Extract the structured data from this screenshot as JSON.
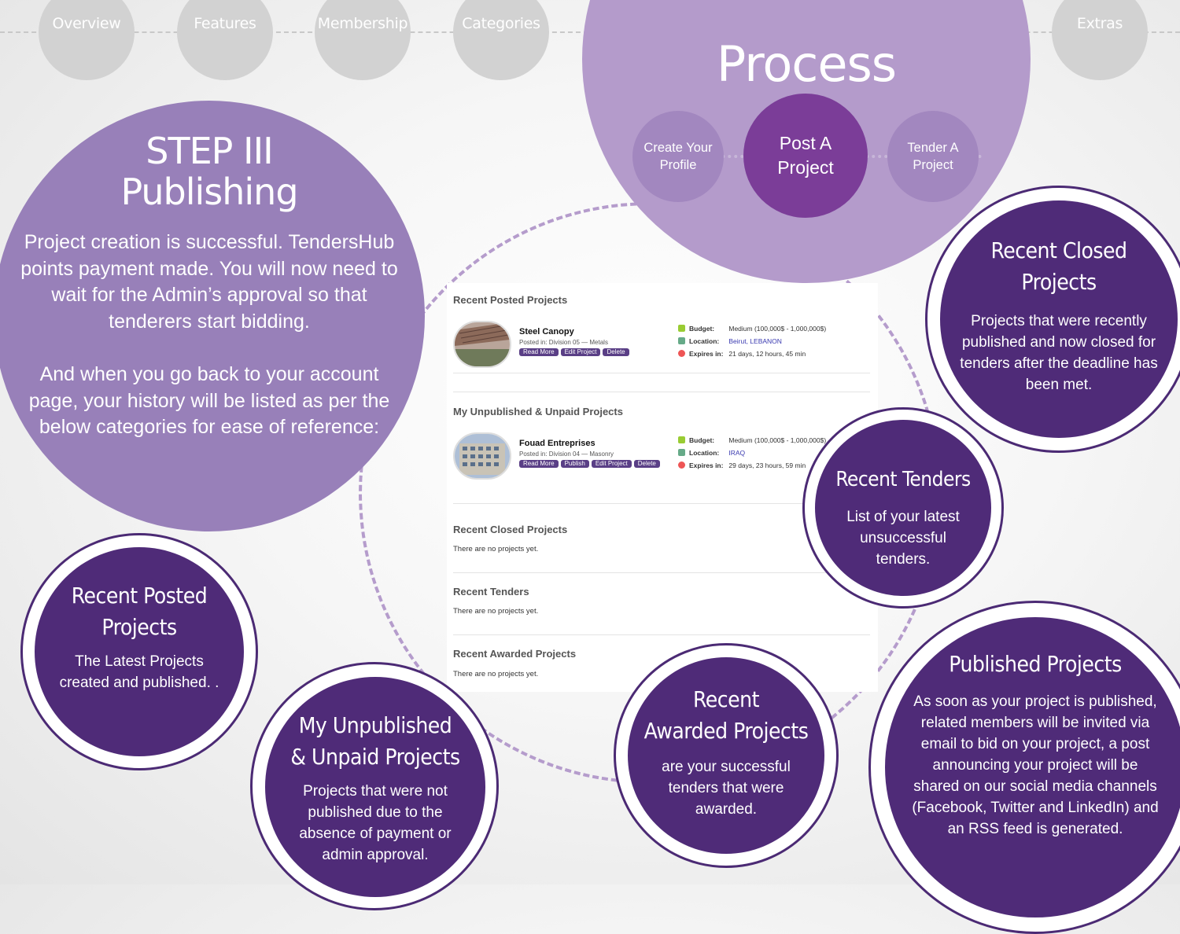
{
  "nav": {
    "items": [
      "Overview",
      "Features",
      "Membership",
      "Categories"
    ],
    "extras": "Extras"
  },
  "process": {
    "title": "Process",
    "steps": {
      "create": "Create Your Profile",
      "post": "Post A Project",
      "tender": "Tender A Project"
    }
  },
  "step": {
    "title_line1": "STEP III",
    "title_line2": "Publishing",
    "para1": "Project creation is successful. TendersHub points payment made. You will now need to wait for the Admin’s approval so that tenderers start bidding.",
    "para2": "And when you go back to your account page, your history will be listed as per the below categories for ease of reference:"
  },
  "panel": {
    "recent_posted": "Recent Posted Projects",
    "unpublished": "My Unpublished & Unpaid Projects",
    "recent_closed": "Recent Closed Projects",
    "recent_tenders": "Recent Tenders",
    "recent_awarded": "Recent Awarded Projects",
    "empty": "There are no projects yet.",
    "project1": {
      "title": "Steel Canopy",
      "posted": "Posted in: Division 05 — Metals",
      "buttons": [
        "Read More",
        "Edit Project",
        "Delete"
      ],
      "budget_label": "Budget:",
      "budget": "Medium (100,000$ - 1,000,000$)",
      "location_label": "Location:",
      "location": "Beirut, LEBANON",
      "expires_label": "Expires in:",
      "expires": "21 days, 12 hours, 45 min"
    },
    "project2": {
      "title": "Fouad Entreprises",
      "posted": "Posted in: Division 04 — Masonry",
      "buttons": [
        "Read More",
        "Publish",
        "Edit Project",
        "Delete"
      ],
      "budget_label": "Budget:",
      "budget": "Medium (100,000$ - 1,000,000$)",
      "location_label": "Location:",
      "location": "IRAQ",
      "expires_label": "Expires in:",
      "expires": "29 days, 23 hours, 59 min"
    }
  },
  "info": {
    "closed": {
      "title_line1": "Recent Closed",
      "title_line2": "Projects",
      "body": "Projects that were recently published and now closed for tenders after the deadline has been met."
    },
    "tenders": {
      "title": "Recent Tenders",
      "body": "List of your latest unsuccessful tenders."
    },
    "posted": {
      "title_line1": "Recent Posted",
      "title_line2": "Projects",
      "body": "The Latest Projects created and published. ."
    },
    "unpublished": {
      "title_line1": "My Unpublished",
      "title_line2": "& Unpaid Projects",
      "body": "Projects that were not published due to the absence of payment or admin approval."
    },
    "awarded": {
      "title_line1": "Recent",
      "title_line2": "Awarded Projects",
      "body": "are your successful tenders that were awarded."
    },
    "published": {
      "title": "Published Projects",
      "body": "As soon as your project is published, related members will be invited via email to bid on your project, a post announcing your project will be shared on our social media channels (Facebook, Twitter and LinkedIn) and an RSS feed is generated."
    }
  },
  "colors": {
    "nav_grey": "#d2d2d2",
    "process_lilac": "#b49bcb",
    "step_purple": "#9880b9",
    "dark_purple": "#4f2b78",
    "active_step": "#7b3d98"
  }
}
